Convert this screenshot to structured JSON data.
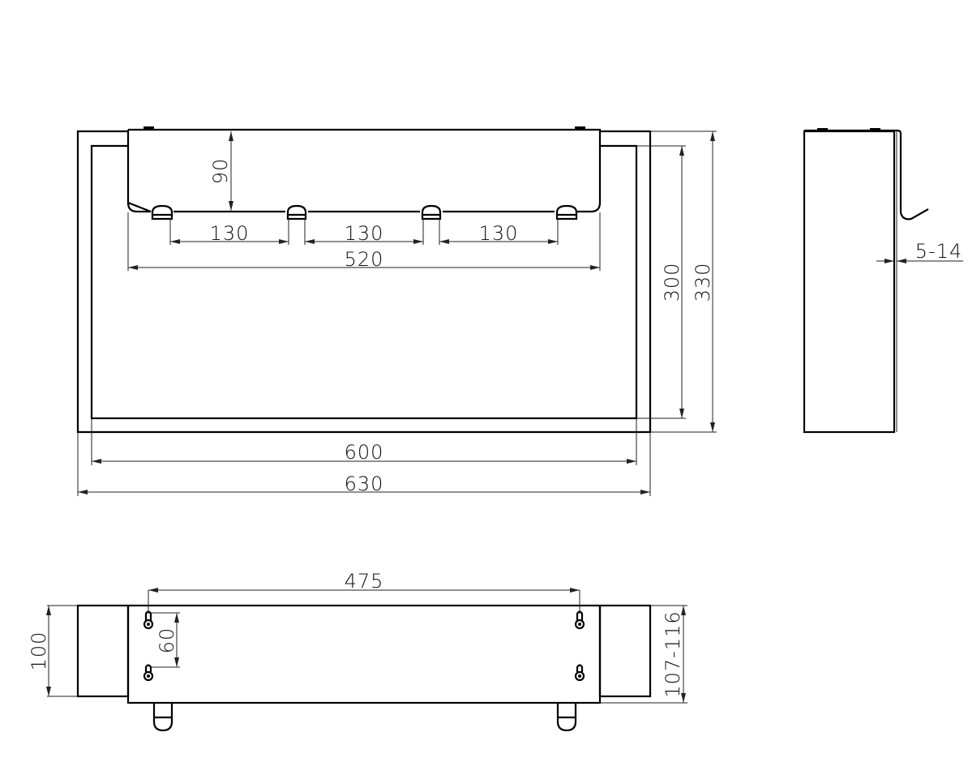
{
  "drawing": {
    "title": "Wall-mounted radiator towel rail - technical drawing",
    "views": [
      "front-view",
      "side-view",
      "top-view"
    ]
  },
  "front_view": {
    "dims": {
      "hook_height": "90",
      "spacing_1": "130",
      "spacing_2": "130",
      "spacing_3": "130",
      "hook_span": "520",
      "inner_height": "300",
      "outer_height": "330",
      "inner_width": "600",
      "outer_width": "630"
    }
  },
  "side_view": {
    "dims": {
      "clamp_gap": "5-14"
    }
  },
  "top_view": {
    "dims": {
      "mount_span": "475",
      "hole_spacing": "60",
      "depth": "100",
      "clamp_depth": "107-116"
    }
  },
  "colors": {
    "line": "#000000",
    "background": "#ffffff"
  }
}
